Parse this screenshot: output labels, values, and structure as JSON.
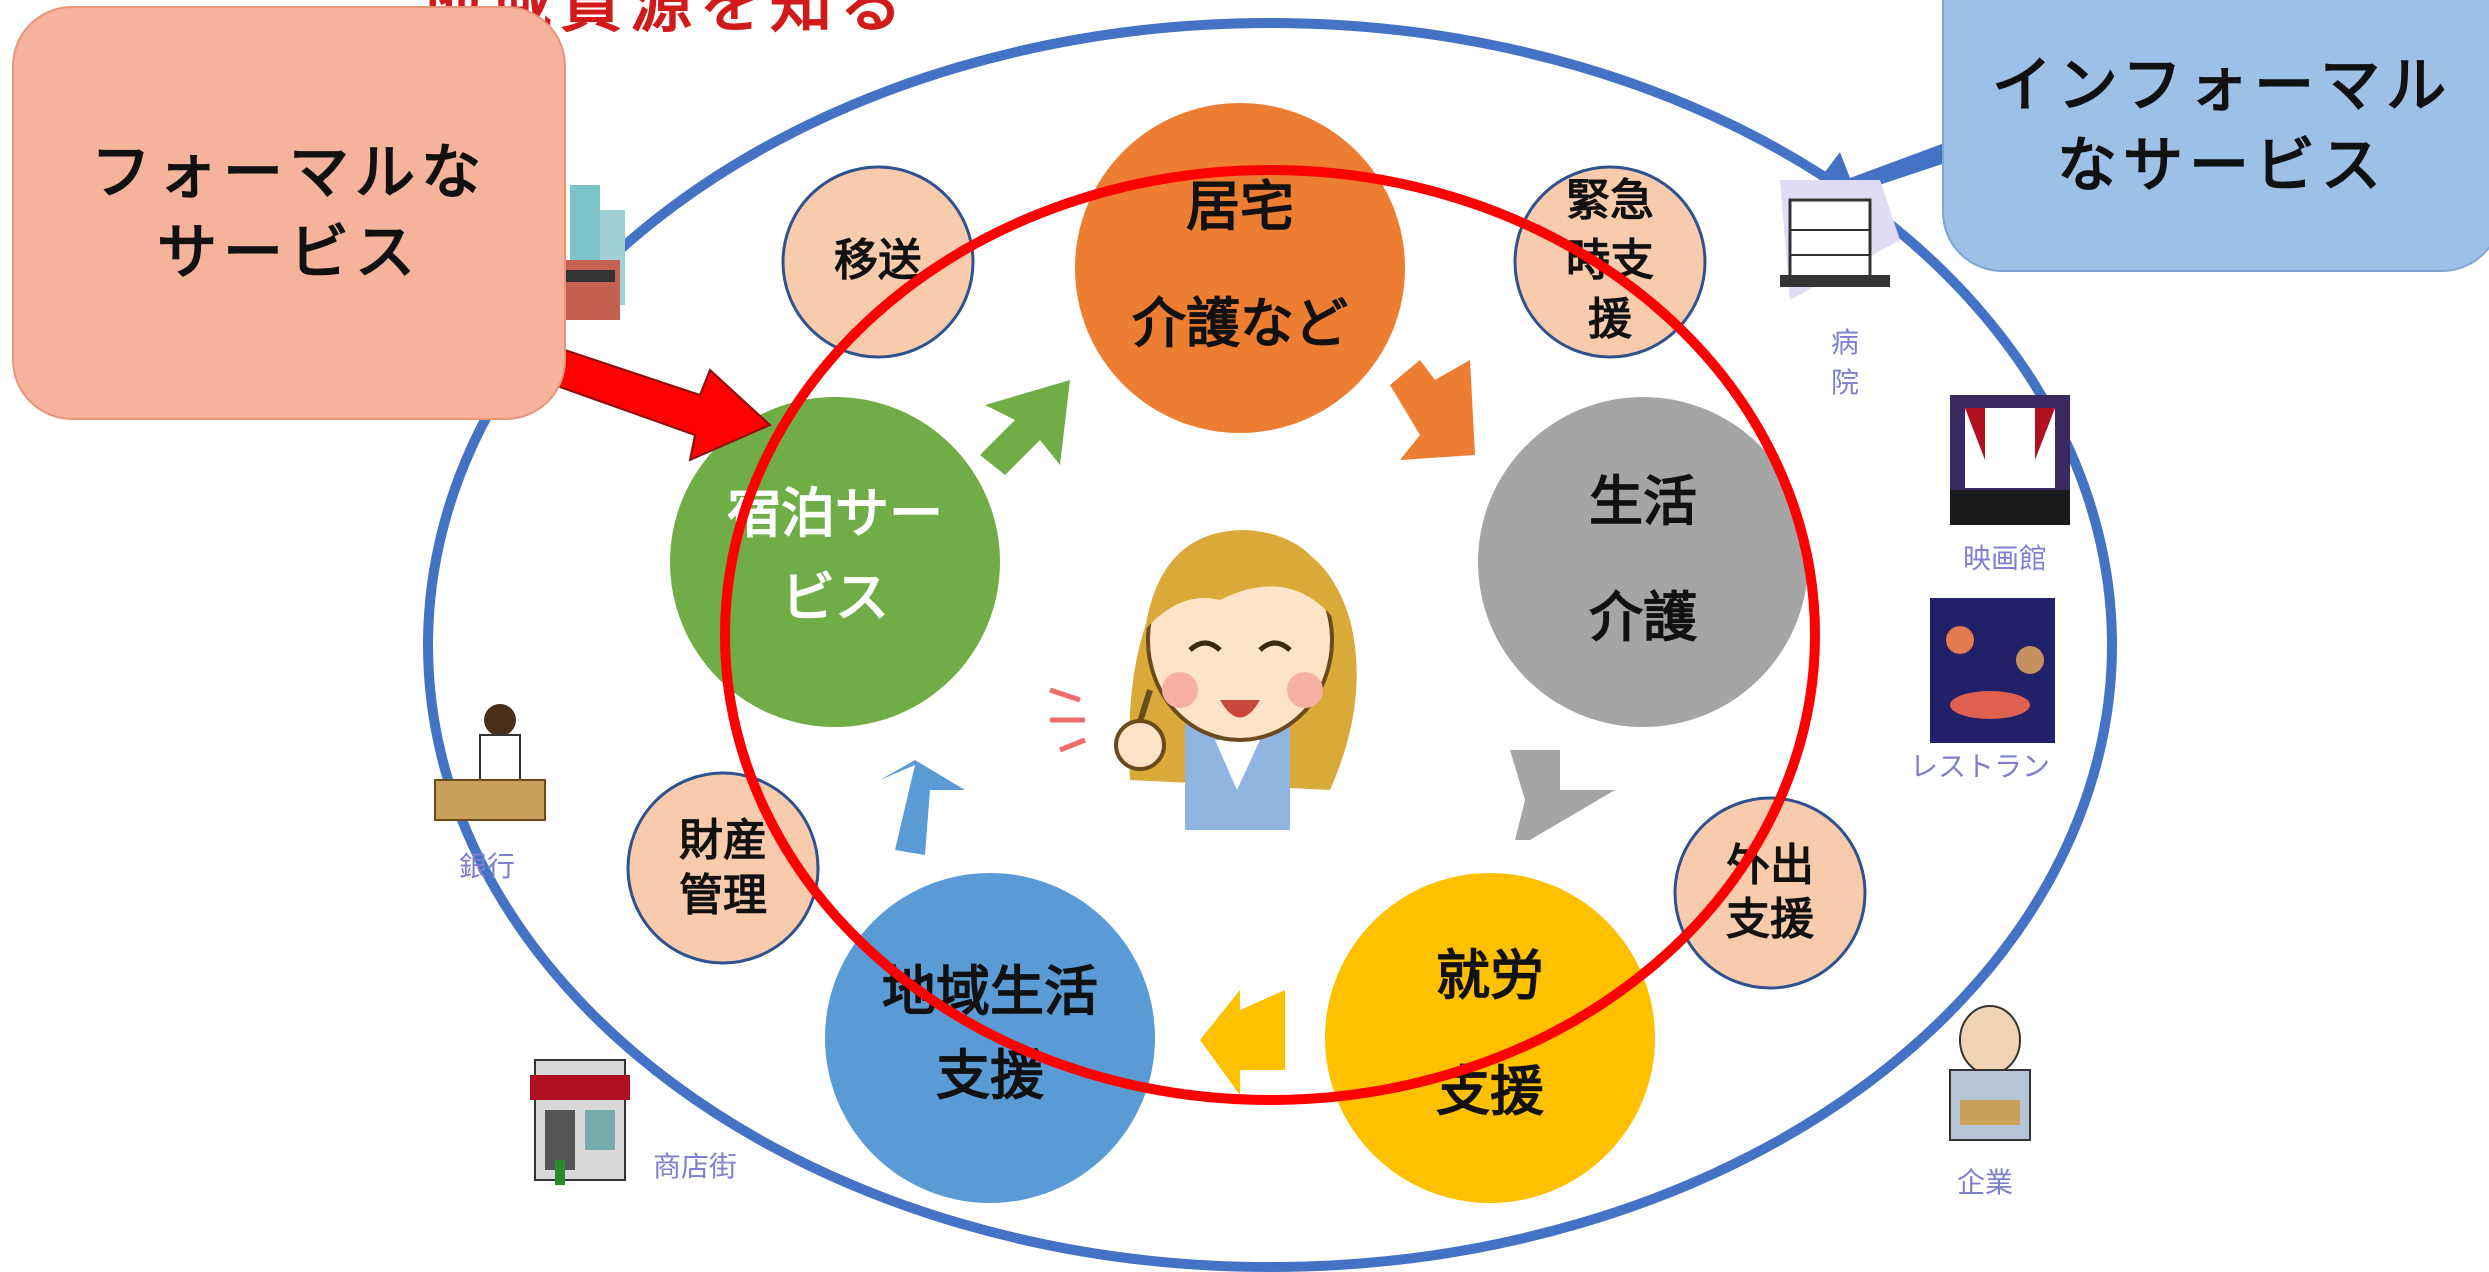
{
  "title_partial": "地域資源を知る",
  "formal_services": {
    "line1": "フォーマルな",
    "line2": "サービス"
  },
  "informal_services": {
    "line1": "インフォーマル",
    "line2": "なサービス"
  },
  "main_services": {
    "home_care": {
      "line1": "居宅",
      "line2": "介護など",
      "color": "#ed7d31"
    },
    "daily_life_care": {
      "line1": "生活",
      "line2": "介護",
      "color": "#a5a5a5"
    },
    "employment_support": {
      "line1": "就労",
      "line2": "支援",
      "color": "#ffc000"
    },
    "community_life_support": {
      "line1": "地域生活",
      "line2": "支援",
      "color": "#5b9bd5"
    },
    "overnight_service": {
      "line1": "宿泊サー",
      "line2": "ビス",
      "color": "#70ad47"
    }
  },
  "small_services": {
    "transport": {
      "line1": "移送"
    },
    "emergency_support": {
      "line1": "緊急",
      "line2": "時支",
      "line3": "援"
    },
    "outing_support": {
      "line1": "外出",
      "line2": "支援"
    },
    "asset_management": {
      "line1": "財産",
      "line2": "管理"
    }
  },
  "community_resources": {
    "hospital": {
      "line1": "病",
      "line2": "院"
    },
    "cinema": "映画館",
    "restaurant": "レストラン",
    "bank": "銀行",
    "shopping_street": "商店街",
    "company": "企業"
  },
  "colors": {
    "outer_ring": "#4472c4",
    "inner_ring": "#ff0000",
    "small_circle_fill": "#f8cbad",
    "small_circle_stroke": "#2f528f",
    "label_color": "#7f7fd0",
    "title_color": "#d11a1a"
  }
}
